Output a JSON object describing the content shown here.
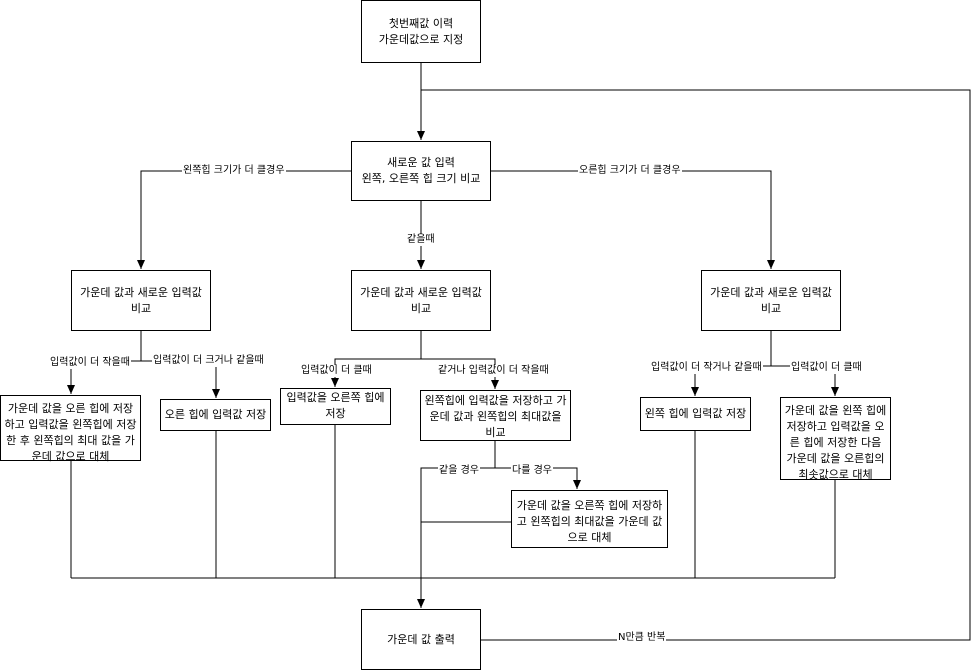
{
  "nodes": {
    "start": "첫번째값 이력\n가운데값으로 지정",
    "compare_heaps": "새로운 값 입력\n왼쪽, 오른쪽 힙 크기 비교",
    "cmp_left": "가운데 값과 새로운 입력값\n비교",
    "cmp_mid": "가운데 값과 새로운 입력값\n비교",
    "cmp_right": "가운데 값과 새로운 입력값\n비교",
    "box_l1": "가운데 값을 오른 힙에 저장하고 입력값을 왼쪽힙에 저장한 후 왼쪽힙의 최대 값을 가운데 값으로 대체",
    "box_l2": "오른 힙에 입력값 저장",
    "box_m1": "입력값을 오른쪽 힙에 저장",
    "box_m2": "왼쪽힙에 입력값을 저장하고 가운데 값과 왼쪽힙의 최대값을 비교",
    "box_m3": "가운데 값을 오른쪽 힙에 저장하고 왼쪽힙의 최대값을 가운데 값으로 대체",
    "box_r1": "왼쪽 힙에 입력값 저장",
    "box_r2": "가운데 값을 왼쪽 힙에 저장하고 입력값을 오른 힙에 저장한 다음 가운데 값을 오른힙의 최솟값으로 대체",
    "output": "가운데 값 출력"
  },
  "edge_labels": {
    "left_bigger": "왼쪽힙 크기가 더 클경우",
    "right_bigger": "오른힙 크기가 더 클경우",
    "equal": "같을때",
    "l_input_smaller": "입력값이 더 작을때",
    "l_input_bigger_eq": "입력값이 더 크거나 같을때",
    "m_input_bigger": "입력값이 더 클때",
    "m_input_smaller_eq": "같거나 입력값이 더 작을때",
    "same_case": "같을 경우",
    "diff_case": "다를 경우",
    "r_input_smaller_eq": "입력값이 더 작거나 같을때",
    "r_input_bigger": "입력값이 더 클때",
    "repeat": "N만큼 반복"
  },
  "colors": {
    "stroke": "#000000",
    "background": "#ffffff"
  }
}
